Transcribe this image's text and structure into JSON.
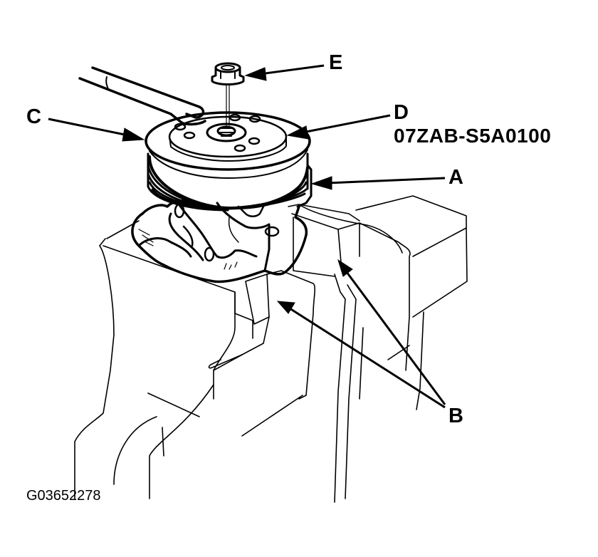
{
  "figure": {
    "id": "G03652278",
    "callouts": {
      "A": "A",
      "B": "B",
      "C": "C",
      "D": "D",
      "D_part_number": "07ZAB-S5A0100",
      "E": "E"
    },
    "colors": {
      "ink": "#000000",
      "background": "#ffffff"
    }
  }
}
